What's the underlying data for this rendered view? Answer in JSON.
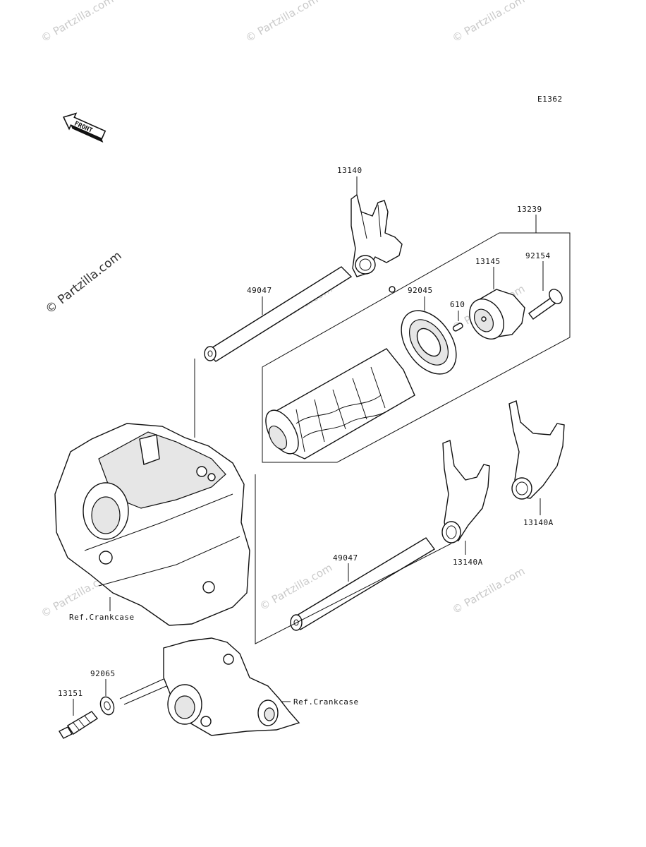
{
  "diagram_code": "E1362",
  "front_label": "FRONT",
  "watermarks": {
    "text": "© Partzilla.com",
    "main": "© Partzilla.com"
  },
  "parts": {
    "p13140": "13140",
    "p13239": "13239",
    "p13145": "13145",
    "p92154": "92154",
    "p49047_top": "49047",
    "p92045": "92045",
    "p610": "610",
    "p13140A_right": "13140A",
    "p13140A_mid": "13140A",
    "p49047_bottom": "49047",
    "p92065": "92065",
    "p13151": "13151"
  },
  "refs": {
    "crankcase_upper": "Ref.Crankcase",
    "crankcase_lower": "Ref.Crankcase"
  }
}
